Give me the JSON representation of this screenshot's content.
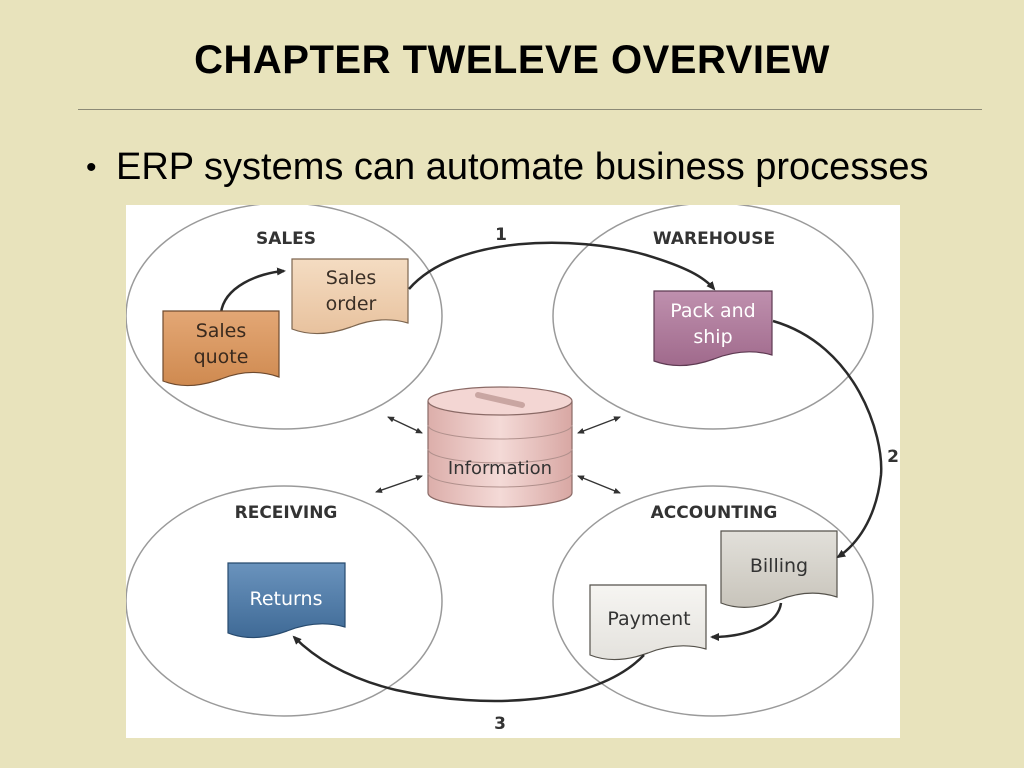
{
  "slide": {
    "title": "CHAPTER TWELEVE OVERVIEW",
    "bullet": "ERP systems can automate business processes"
  },
  "diagram": {
    "regions": {
      "sales": "SALES",
      "warehouse": "WAREHOUSE",
      "receiving": "RECEIVING",
      "accounting": "ACCOUNTING"
    },
    "docs": {
      "sales_quote": [
        "Sales",
        "quote"
      ],
      "sales_order": [
        "Sales",
        "order"
      ],
      "pack_ship": [
        "Pack and",
        "ship"
      ],
      "billing": "Billing",
      "payment": "Payment",
      "returns": "Returns"
    },
    "center": "Information",
    "steps": {
      "one": "1",
      "two": "2",
      "three": "3"
    },
    "colors": {
      "background": "#e8e3bc",
      "sales_quote": "#d9955c",
      "sales_order": "#f0cfae",
      "pack_ship": "#b07c9c",
      "returns": "#4f7ba8",
      "billing": "#d6d3cc",
      "payment": "#efedea",
      "information": "#ecc9c6"
    }
  }
}
